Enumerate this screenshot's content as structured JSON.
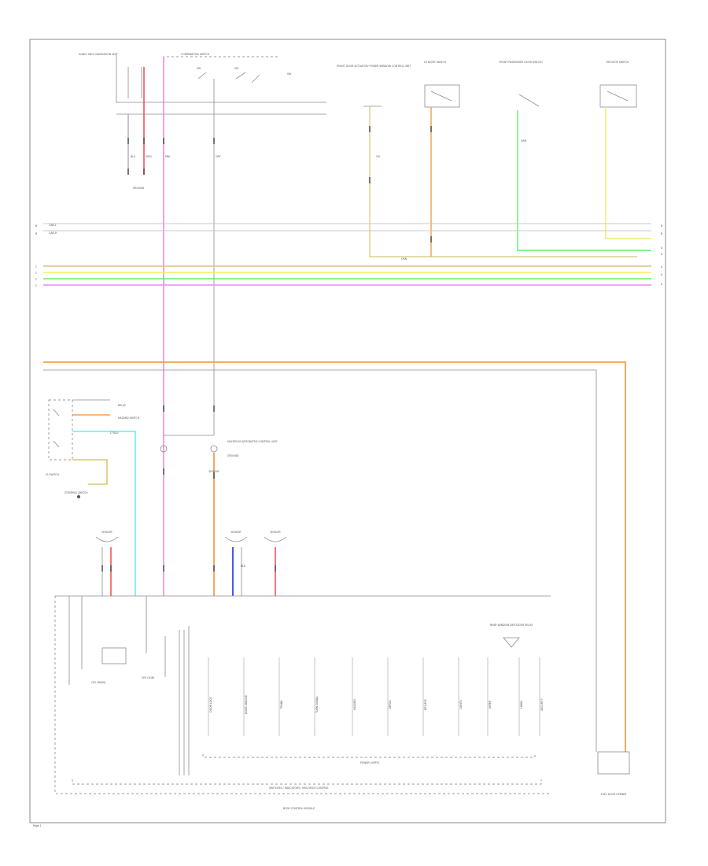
{
  "colors": {
    "pink": "#ee88ee",
    "orange": "#f0a050",
    "green": "#66ee66",
    "yellow": "#eeee66",
    "cyan": "#66eeee",
    "tan": "#d8c878",
    "red": "#ee5555",
    "blue": "#3344ee",
    "gray": "#8c8c8c",
    "light_gray": "#c8c8c8"
  },
  "page": {
    "footer": "Page 1"
  },
  "top_components": {
    "audio_unit": "AUDIO UNIT/ NAVIGATION UNIT",
    "combination_switch": "COMBINATION SWITCH",
    "sw_label_1": "SW",
    "sw_label_2": "SW",
    "sw_label_3": "SW",
    "front_door_module": "FRONT DOOR ACTUATOR/ POWER WINDOW CONTROL UNIT",
    "lr_door_switch": "LR DOOR SWITCH",
    "rr_door_switch": "RR DOOR SWITCH",
    "front_passenger_switch": "FRONT PASSENGER DOOR SWITCH",
    "left_below_connector": "GROUND"
  },
  "bus_labels": {
    "left": [
      "B",
      "B",
      "C",
      "C",
      "C",
      "C"
    ],
    "right": [
      "B",
      "B",
      "A",
      "A",
      "A",
      "A",
      "A"
    ],
    "mid": [
      "CAN-L",
      "CAN-H"
    ]
  },
  "wire_labels": {
    "w1": "BLK",
    "w2": "RED",
    "w3": "PNK",
    "w4": "GRY",
    "w5": "YEL",
    "w6": "GRN",
    "w7": "ORN",
    "w8": "BLU",
    "w9": "LT BLU"
  },
  "mid_components": {
    "ignition_switch": "IG SWITCH",
    "steering_switch": "STEERING SWITCH",
    "relay_label": "RELAY",
    "ground_point": "GROUND",
    "hazard_relay": "HAZARD SWITCH",
    "multiplex_unit": "MULTIPLEX INTEGRATED CONTROL UNIT",
    "sensor_1": "SENSOR",
    "sensor_2": "SENSOR",
    "sensor_3": "SENSOR",
    "sensor_4": "SENSOR"
  },
  "bottom_components": {
    "control_module": "BODY CONTROL MODULE",
    "bus_note": "SWITCHES / INDICATORS / MULTIPLEX CONTROL",
    "cpu_left": "CPU (MAIN)",
    "cpu_right": "CPU (SUB)",
    "main_unit_label": "POWER SUPPLY",
    "right_unit": "FUEL DOOR OPENER",
    "note_right": "REAR WINDOW DEFOGGER RELAY",
    "signals": [
      "DOOR LOCK",
      "DOOR UNLOCK",
      "TRUNK",
      "TURN SIGNAL",
      "HAZARD",
      "DEFOG",
      "KEYLESS",
      "LIGHTS",
      "WIPER",
      "HORN",
      "SECURITY"
    ]
  }
}
